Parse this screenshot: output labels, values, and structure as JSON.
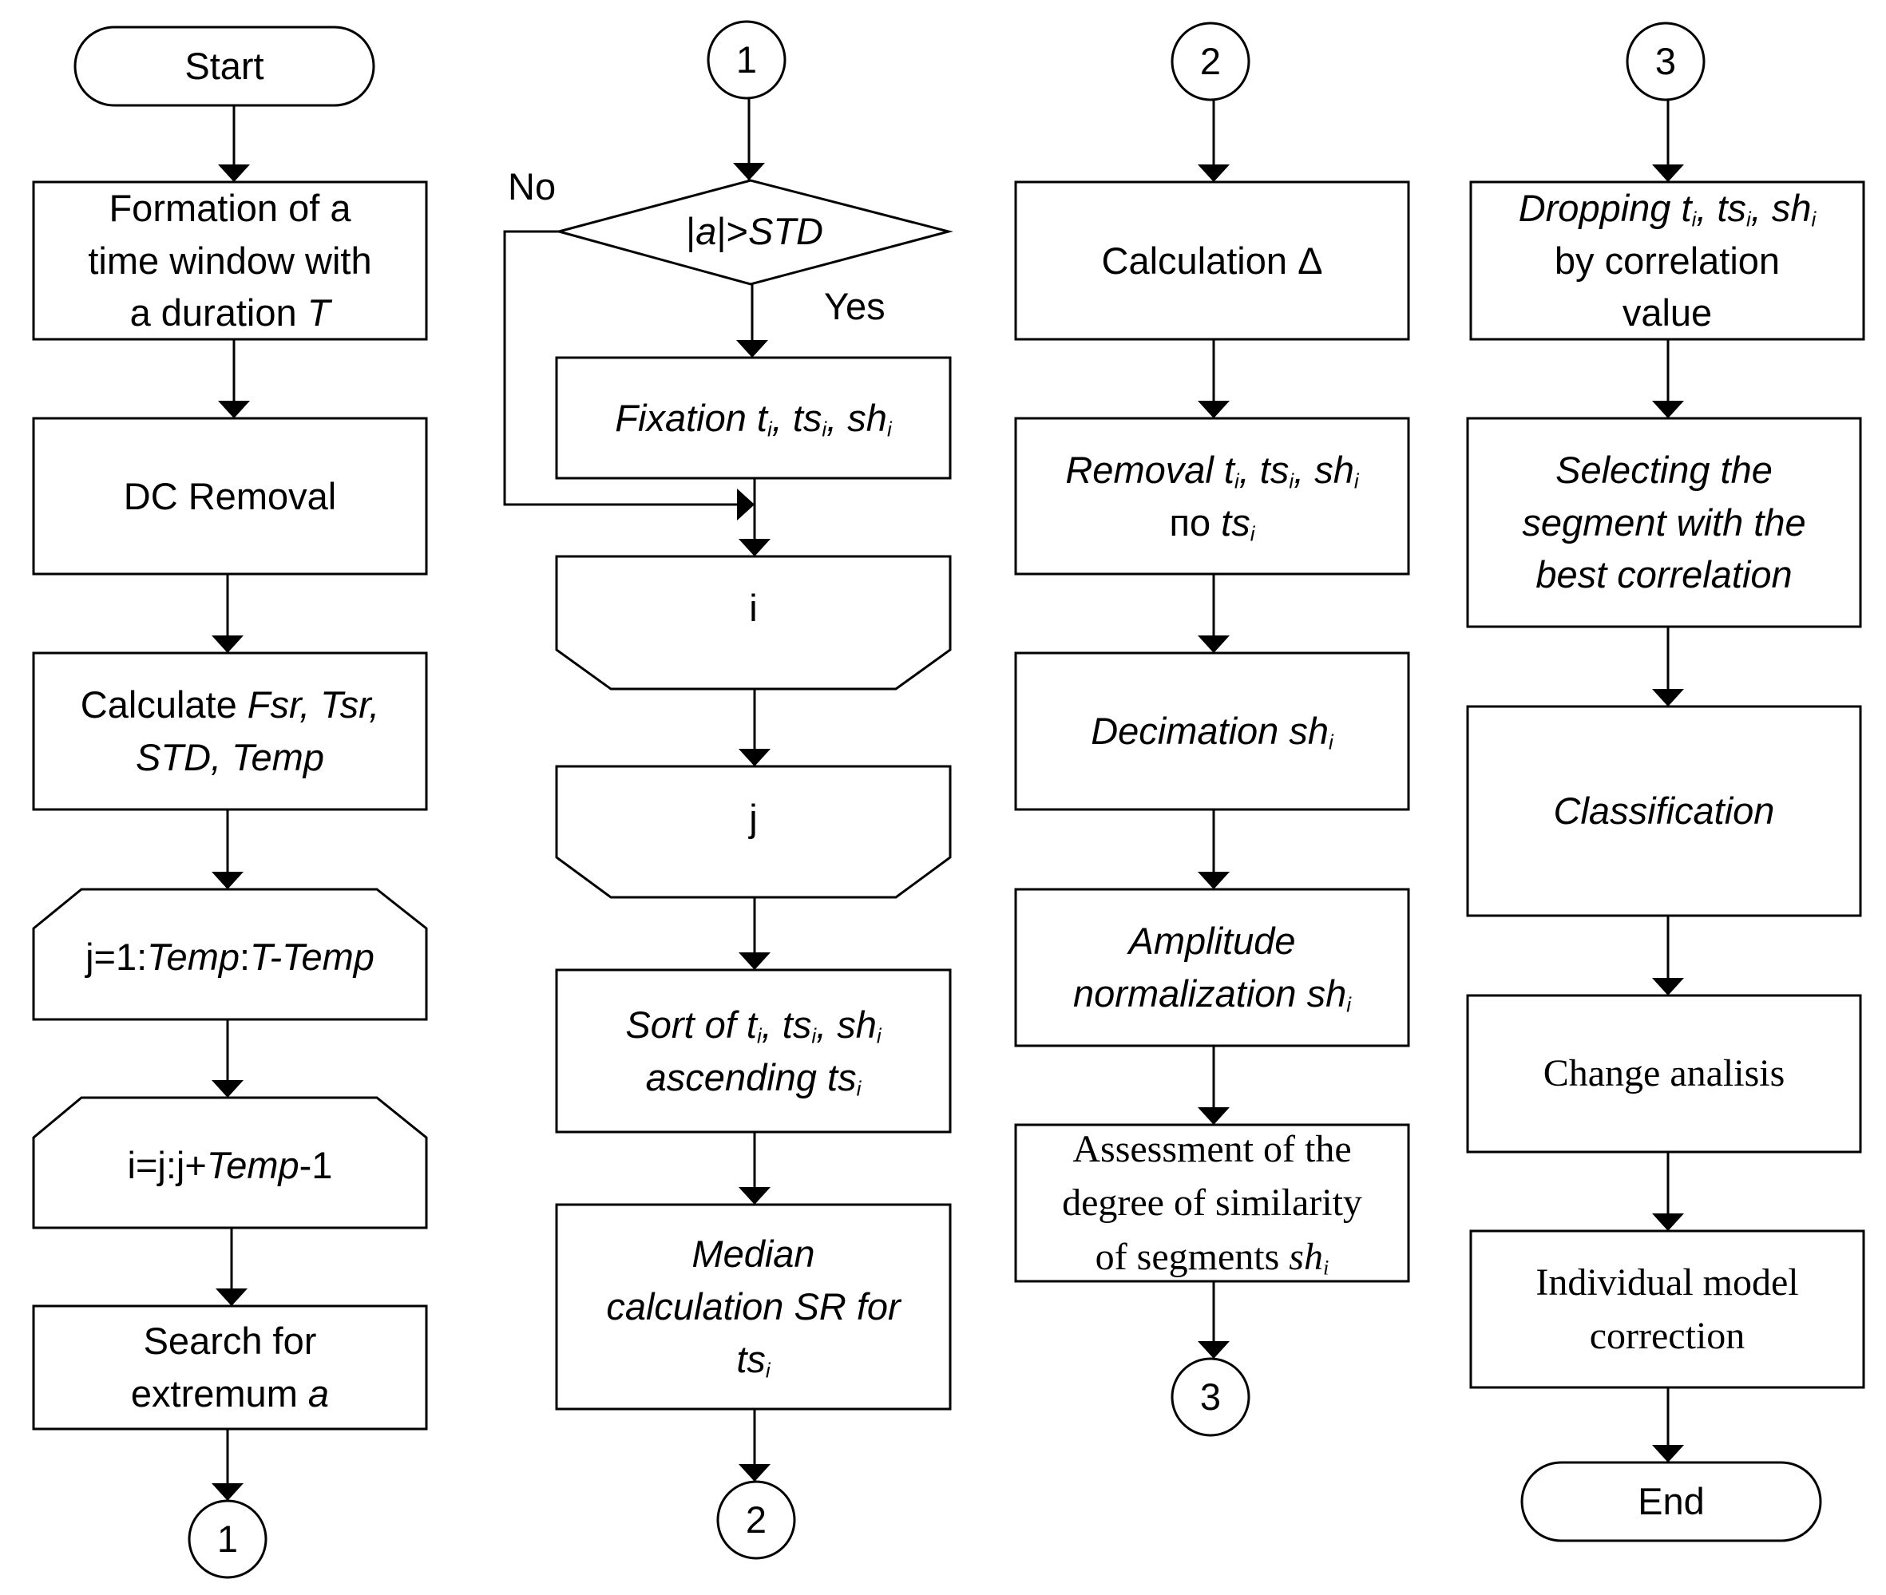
{
  "col1": {
    "start": "Start",
    "formation": [
      "Formation of a",
      "time window with",
      "a duration ",
      "T"
    ],
    "dc_removal": "DC Removal",
    "calculate": [
      "Calculate ",
      "Fsr, Tsr,",
      "STD, Temp"
    ],
    "loop_j": [
      "j=1:",
      "Temp",
      ":",
      "T-Temp"
    ],
    "loop_i": [
      "i=j:j+",
      "Temp",
      "-1"
    ],
    "search": [
      "Search for",
      "extremum ",
      "a"
    ],
    "connector_out": "1"
  },
  "col2": {
    "connector_in": "1",
    "decision": [
      "|",
      "a",
      "|>",
      "STD"
    ],
    "no_label": "No",
    "yes_label": "Yes",
    "fixation": [
      "Fixation t",
      "i",
      ", ts",
      "i",
      ", sh",
      "i"
    ],
    "loop_end_i": "i",
    "loop_end_j": "j",
    "sort": [
      "Sort of t",
      "i",
      ", ts",
      "i",
      ", sh",
      "i",
      "ascending ts",
      "i"
    ],
    "median": [
      "Median",
      "calculation SR for",
      "ts",
      "i"
    ],
    "connector_out": "2"
  },
  "col3": {
    "connector_in": "2",
    "calc_delta": "Calculation Δ",
    "removal": [
      "Removal t",
      "i",
      ", ts",
      "i",
      ", sh",
      "i",
      "по ",
      "ts",
      "i"
    ],
    "decimation": [
      "Decimation sh",
      "i"
    ],
    "amplitude": [
      "Amplitude",
      "normalization sh",
      "i"
    ],
    "assessment": [
      "Assessment of the",
      "degree of similarity",
      "of segments ",
      "sh",
      "i"
    ],
    "connector_out": "3"
  },
  "col4": {
    "connector_in": "3",
    "dropping": [
      "Dropping t",
      "i",
      ", ts",
      "i",
      ", sh",
      "i",
      "by correlation",
      "value"
    ],
    "selecting": [
      "Selecting the",
      "segment with the",
      "best correlation"
    ],
    "classification": "Classification",
    "change": "Change analisis",
    "individual": [
      "Individual model",
      "correction"
    ],
    "end": "End"
  }
}
